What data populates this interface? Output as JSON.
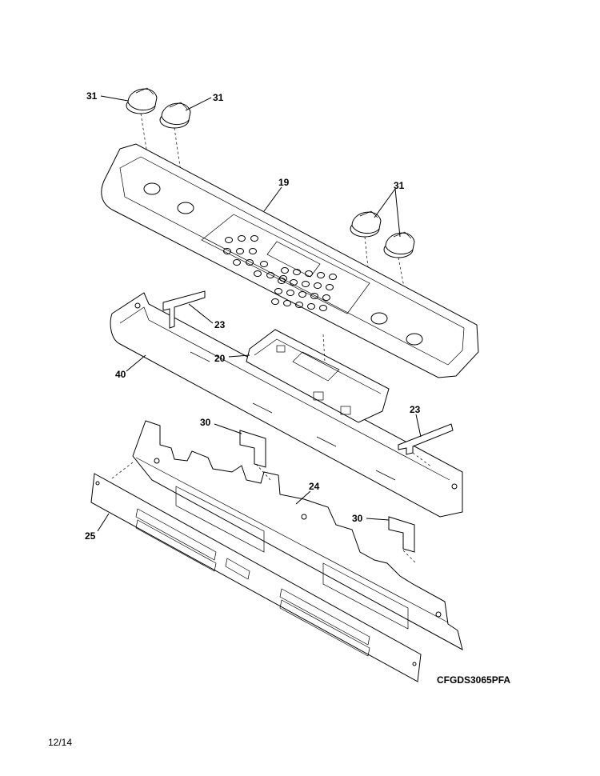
{
  "model_code": "CFGDS3065PFA",
  "page_number": "12/14",
  "callouts": {
    "knob_a": "31",
    "knob_b": "31",
    "knob_pair": "31",
    "control_panel": "19",
    "bracket_top": "23",
    "bracket_right": "23",
    "control_board": "20",
    "panel_housing": "40",
    "bracket_small_a": "30",
    "bracket_small_b": "30",
    "backguard_frame": "24",
    "trim_panel": "25"
  }
}
